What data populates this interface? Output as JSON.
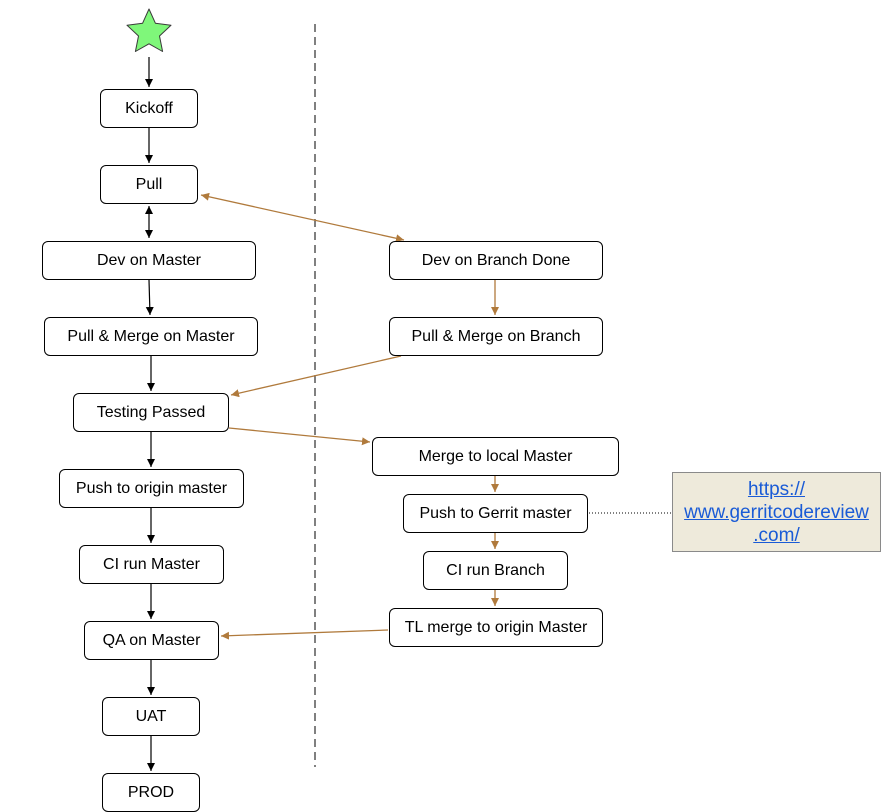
{
  "colors": {
    "left_flow": "#000000",
    "right_flow": "#b07a3c",
    "start_star": "#7ff77a",
    "note_bg": "#eeeadb",
    "link": "#1a5bd6"
  },
  "icons": {
    "start": "star-icon"
  },
  "nodes": {
    "kickoff": "Kickoff",
    "pull": "Pull",
    "dev_master": "Dev on Master",
    "pull_merge_master": "Pull & Merge on Master",
    "testing_passed": "Testing Passed",
    "push_origin_master": "Push to origin master",
    "ci_master": "CI run Master",
    "qa_master": "QA on Master",
    "uat": "UAT",
    "prod": "PROD",
    "dev_branch_done": "Dev on Branch Done",
    "pull_merge_branch": "Pull & Merge on Branch",
    "merge_local_master": "Merge to local Master",
    "push_gerrit_master": "Push to Gerrit master",
    "ci_branch": "CI run Branch",
    "tl_merge_origin": "TL merge to origin Master"
  },
  "note": {
    "link_text": "https://\nwww.gerritcodereview\n.com/"
  }
}
